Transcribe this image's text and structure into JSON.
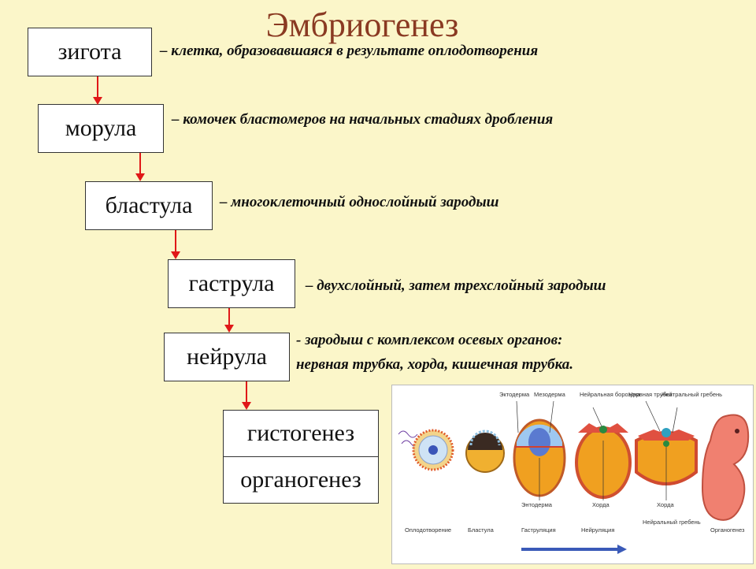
{
  "title": "Эмбриогенез",
  "stages": [
    {
      "name": "зигота",
      "desc": "– клетка, образовавшаяся в     результате оплодотворения"
    },
    {
      "name": "морула",
      "desc": "– комочек бластомеров на начальных стадиях дробления"
    },
    {
      "name": "бластула",
      "desc": "– многоклеточный однослойный зародыш"
    },
    {
      "name": "гаструла",
      "desc": "– двухслойный, затем трехслойный зародыш"
    },
    {
      "name": "нейрула",
      "desc_line1": "- зародыш с комплексом осевых органов:",
      "desc_line2": "нервная трубка, хорда, кишечная трубка."
    },
    {
      "name": "гистогенез"
    },
    {
      "name": "органогенез"
    }
  ],
  "figure": {
    "top_labels": [
      "Эктодерма",
      "Мезодерма",
      "Нейральная бороздка",
      "Нервная трубка",
      "Нейтральный гребень"
    ],
    "mid_labels": [
      "Энтодерма",
      "Хорда",
      "Хорда",
      "Нейральный гребень"
    ],
    "bottom_labels": [
      "Оплодотворение",
      "Бластула",
      "Гаструляция",
      "Нейруляция",
      "Органогенез"
    ]
  },
  "colors": {
    "background": "#fbf6c9",
    "title": "#8a3a22",
    "arrow": "#e01818",
    "progress_arrow": "#3a5ab8"
  }
}
